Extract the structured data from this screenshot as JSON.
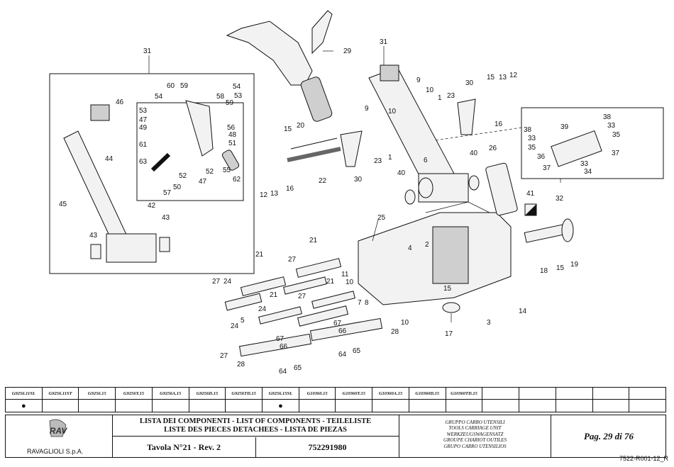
{
  "callouts": {
    "n1": "1",
    "n2": "2",
    "n3": "3",
    "n4": "4",
    "n5": "5",
    "n6": "6",
    "n7": "7",
    "n8": "8",
    "n9": "9",
    "n10": "10",
    "n11": "11",
    "n12": "12",
    "n13": "13",
    "n14": "14",
    "n15": "15",
    "n16": "16",
    "n17": "17",
    "n18": "18",
    "n19": "19",
    "n20": "20",
    "n21": "21",
    "n22": "22",
    "n23": "23",
    "n24": "24",
    "n25": "25",
    "n26": "26",
    "n27": "27",
    "n28": "28",
    "n29": "29",
    "n30": "30",
    "n31": "31",
    "n32": "32",
    "n33": "33",
    "n34": "34",
    "n35": "35",
    "n36": "36",
    "n37": "37",
    "n38": "38",
    "n39": "39",
    "n40": "40",
    "n41": "41",
    "n42": "42",
    "n43": "43",
    "n44": "44",
    "n45": "45",
    "n46": "46",
    "n47": "47",
    "n48": "48",
    "n49": "49",
    "n50": "50",
    "n51": "51",
    "n52": "52",
    "n53": "53",
    "n54": "54",
    "n55": "55",
    "n56": "56",
    "n57": "57",
    "n58": "58",
    "n59": "59",
    "n60": "60",
    "n61": "61",
    "n62": "62",
    "n63": "63",
    "n64": "64",
    "n65": "65",
    "n66": "66",
    "n67": "67"
  },
  "model_codes": [
    "G9256.11SL",
    "G9256.11ST",
    "G9256.15",
    "G9256T.15",
    "G9256A.15",
    "G9256D.15",
    "G9256TD.15",
    "G9256.15SL",
    "G10360.15",
    "G10360T.15",
    "G10360A.15",
    "G10360D.15",
    "G10360TD.15",
    "",
    "",
    "",
    "",
    ""
  ],
  "model_marks": [
    "●",
    "",
    "",
    "",
    "",
    "",
    "",
    "●",
    "",
    "",
    "",
    "",
    "",
    "",
    "",
    "",
    "",
    ""
  ],
  "title_block": {
    "company": "RAVAGLIOLI S.p.A.",
    "logo_letters": "RAV",
    "list_title_line1": "LISTA DEI COMPONENTI - LIST OF COMPONENTS - TEILELISTE",
    "list_title_line2": "LISTE DES PIECES DETACHEES - LISTA DE PIEZAS",
    "tavola": "Tavola N°21 - Rev. 2",
    "code": "752291980",
    "group_lines": [
      "GRUPPO CARRO UTENSILI",
      "TOOLS CARRIAGE UNIT",
      "WERKZEUGSWAGENSATZ",
      "GROUPE CHARIOT OUTILES",
      "GRUPO CARRO UTENSILIOS"
    ],
    "page": "Pag. 29 di 76"
  },
  "doc_ref": "7522-R001-12_R"
}
